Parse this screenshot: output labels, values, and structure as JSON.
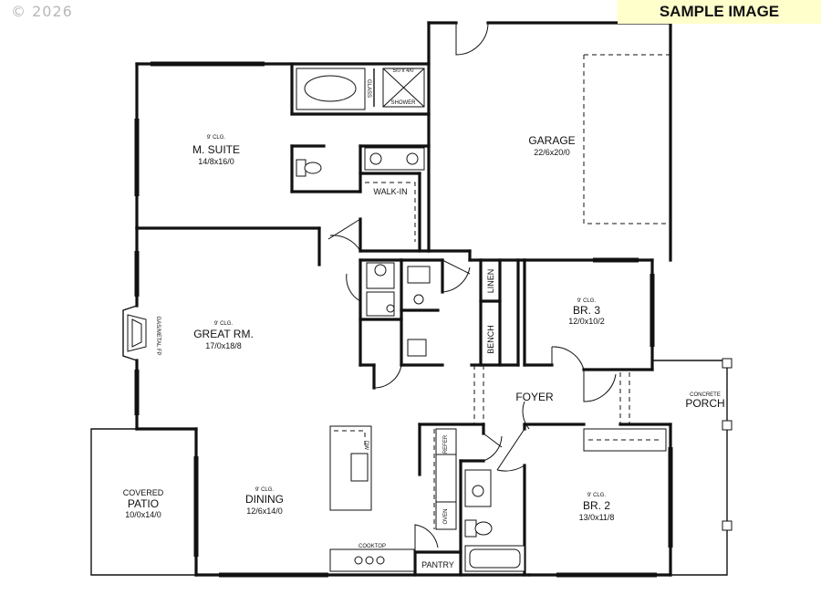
{
  "watermark": {
    "copyright": "© 2026"
  },
  "badge": {
    "label": "SAMPLE IMAGE"
  },
  "rooms": {
    "master_suite": {
      "name": "M. SUITE",
      "dims": "14/8x16/0",
      "ceiling": "9' CLG."
    },
    "garage": {
      "name": "GARAGE",
      "dims": "22/6x20/0"
    },
    "great_room": {
      "name": "GREAT RM.",
      "dims": "17/0x18/8",
      "ceiling": "9' CLG."
    },
    "bedroom3": {
      "name": "BR. 3",
      "dims": "12/0x10/2",
      "ceiling": "9' CLG."
    },
    "foyer": {
      "name": "FOYER"
    },
    "porch": {
      "line1": "CONCRETE",
      "line2": "PORCH"
    },
    "patio": {
      "line1": "COVERED",
      "line2": "PATIO",
      "dims": "10/0x14/0"
    },
    "dining": {
      "name": "DINING",
      "dims": "12/6x14/0",
      "ceiling": "9' CLG."
    },
    "bedroom2": {
      "name": "BR. 2",
      "dims": "13/0x11/8",
      "ceiling": "9' CLG."
    },
    "walk_in": {
      "name": "WALK-IN"
    },
    "pantry": {
      "name": "PANTRY"
    }
  },
  "fixtures": {
    "linen": "LINEN",
    "bench": "BENCH",
    "shower": "SHOWER",
    "shower_size": "5/0 x 4/0",
    "glass": "GLASS",
    "cooktop": "COOKTOP",
    "refer": "REFER",
    "oven": "OVEN",
    "dw": "DW",
    "fireplace": "GAS/METAL FP"
  }
}
